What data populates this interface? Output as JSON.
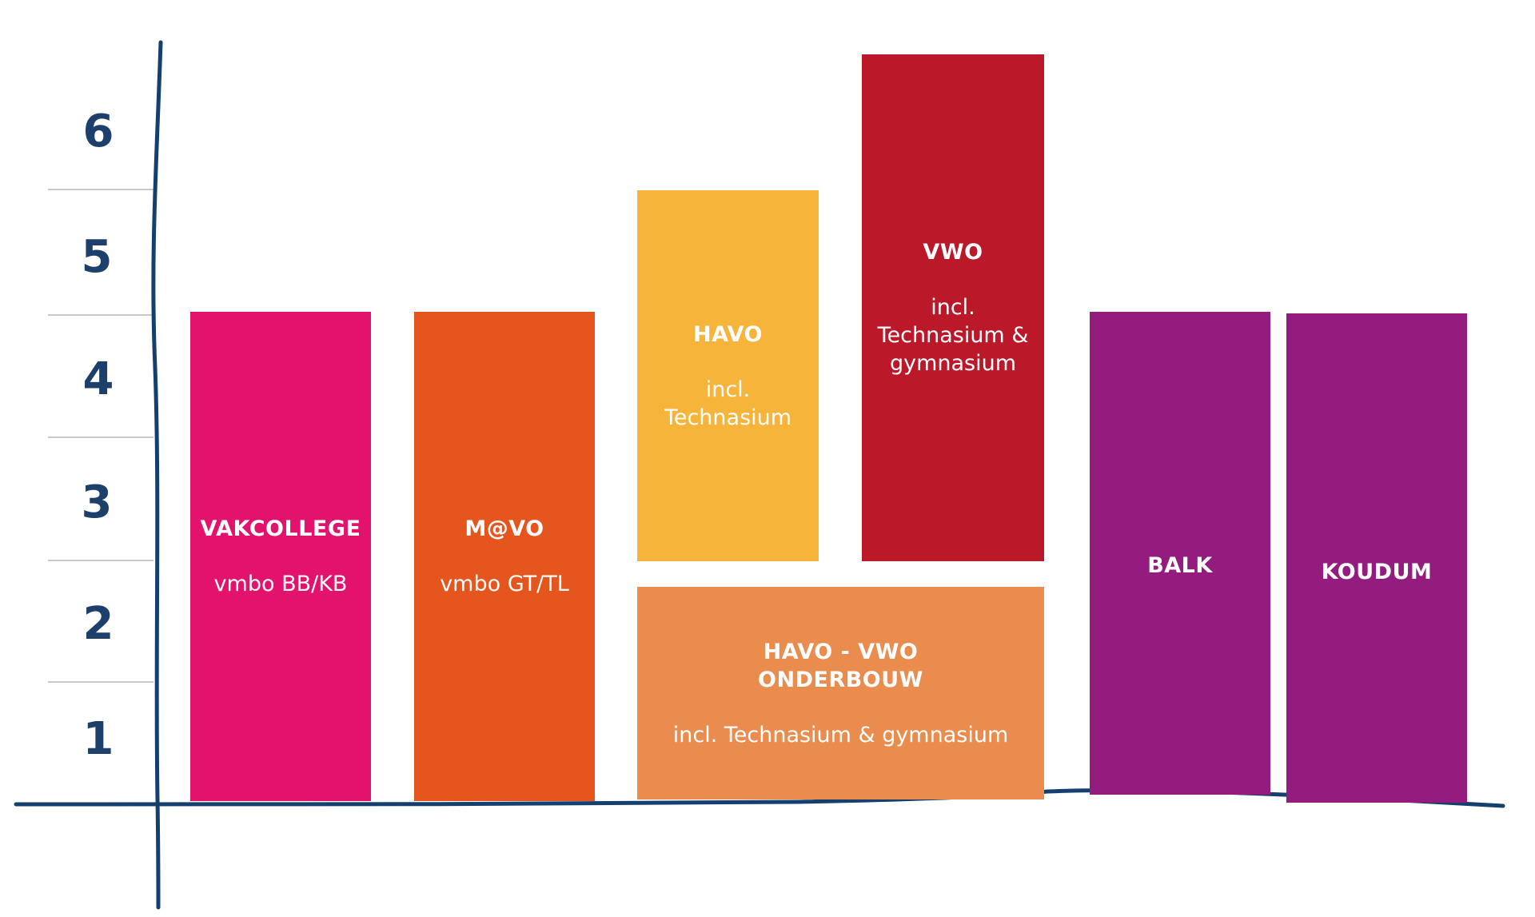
{
  "colors": {
    "axis": "#153f6e",
    "grid": "#c9c9c9",
    "label": "#1d3f6b",
    "vakcollege": "#e3126c",
    "mavo": "#e5551e",
    "havo": "#f6b43a",
    "vwo": "#bb1829",
    "havo_vwo_onderbouw": "#e98c4d",
    "balk": "#941c7f",
    "koudum": "#941c7f"
  },
  "y_axis": {
    "levels": [
      "1",
      "2",
      "3",
      "4",
      "5",
      "6"
    ]
  },
  "blocks": {
    "vakcollege": {
      "title": "VAKCOLLEGE",
      "subtitle": "vmbo BB/KB"
    },
    "mavo": {
      "title": "M@VO",
      "subtitle": "vmbo GT/TL"
    },
    "havo": {
      "title": "HAVO",
      "subtitle": "incl.\nTechnasium"
    },
    "vwo": {
      "title": "VWO",
      "subtitle": "incl.\nTechnasium &\ngymnasium"
    },
    "havo_vwo_onderbouw": {
      "title": "HAVO - VWO\nONDERBOUW",
      "subtitle": "incl. Technasium & gymnasium"
    },
    "balk": {
      "title": "BALK"
    },
    "koudum": {
      "title": "KOUDUM"
    }
  }
}
